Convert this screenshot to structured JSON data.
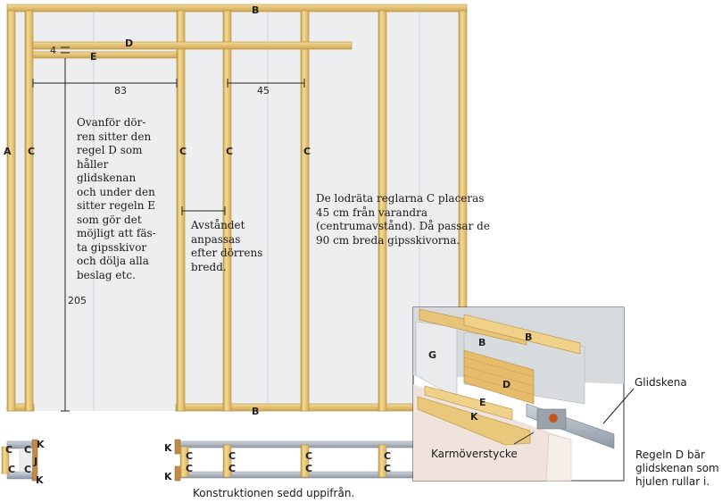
{
  "frame": {
    "stud_labels": {
      "a": "A",
      "c": "C",
      "b": "B",
      "d": "D",
      "e": "E",
      "k": "K",
      "j": "J",
      "g": "G"
    },
    "dims": {
      "four": "4",
      "eighty_three": "83",
      "forty_five": "45",
      "two_o_five": "205"
    }
  },
  "notes": {
    "above_door": [
      "Ovanför dör-",
      "ren sitter den",
      "regel D som",
      "håller",
      "glidskenan",
      "och under den",
      "sitter regeln E",
      "som gör det",
      "möjligt att fäs-",
      "ta gipsskivor",
      "och dölja alla",
      "beslag etc."
    ],
    "distance": [
      "Avståndet",
      "anpassas",
      "efter dörrens",
      "bredd."
    ],
    "vertical": [
      "De lodräta reglarna C placeras",
      "45 cm från varandra",
      "(centrumavstånd). Då passar de",
      "90 cm breda gipsskivorna."
    ],
    "top_view_caption": "Konstruktionen sedd uppifrån.",
    "detail_glidskena": "Glidskena",
    "detail_karm": "Karmöverstycke",
    "detail_regel": [
      "Regeln D bär",
      "glidskenan som",
      "hjulen rullar i."
    ]
  },
  "colors": {
    "wood": "#e9cc82",
    "wood_edge": "#c79b45",
    "board": "#e4e7ea",
    "board_edge": "#c9cdd2",
    "rail": "#a8b0ba"
  }
}
